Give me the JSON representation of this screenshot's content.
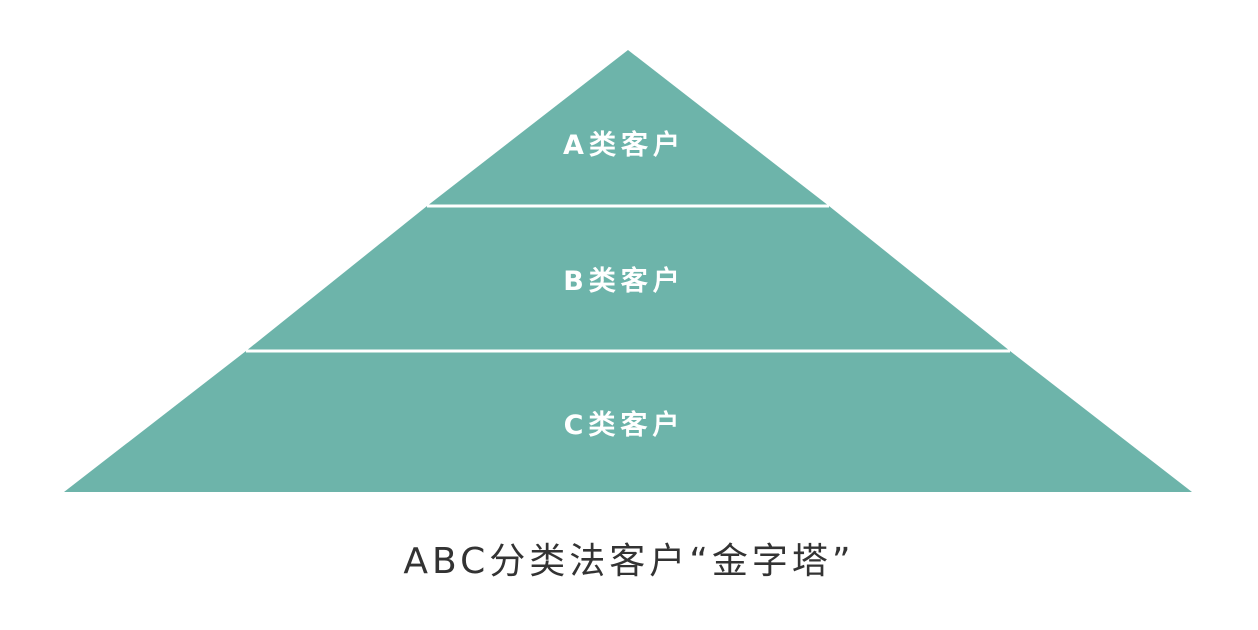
{
  "pyramid": {
    "color": "#6db4aa",
    "divider_color": "#ffffff",
    "tiers": [
      {
        "label": "A类客户"
      },
      {
        "label": "B类客户"
      },
      {
        "label": "C类客户"
      }
    ]
  },
  "caption": "ABC分类法客户“金字塔”"
}
